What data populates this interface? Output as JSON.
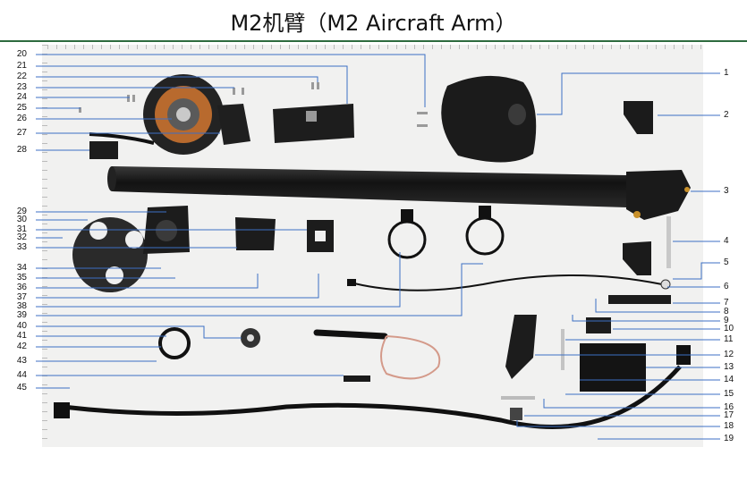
{
  "title": "M2机臂（M2 Aircraft Arm）",
  "colors": {
    "leader": "#3c6fc4",
    "rule": "#2e6b3e",
    "background": "#f1f1f0"
  },
  "labels_left": [
    "20",
    "21",
    "22",
    "23",
    "24",
    "25",
    "26",
    "27",
    "28",
    "29",
    "30",
    "31",
    "32",
    "33",
    "34",
    "35",
    "36",
    "37",
    "38",
    "39",
    "40",
    "41",
    "42",
    "43",
    "44",
    "45"
  ],
  "labels_right": [
    "1",
    "2",
    "3",
    "4",
    "5",
    "6",
    "7",
    "8",
    "9",
    "10",
    "11",
    "12",
    "13",
    "14",
    "15",
    "16",
    "17",
    "18",
    "19"
  ]
}
